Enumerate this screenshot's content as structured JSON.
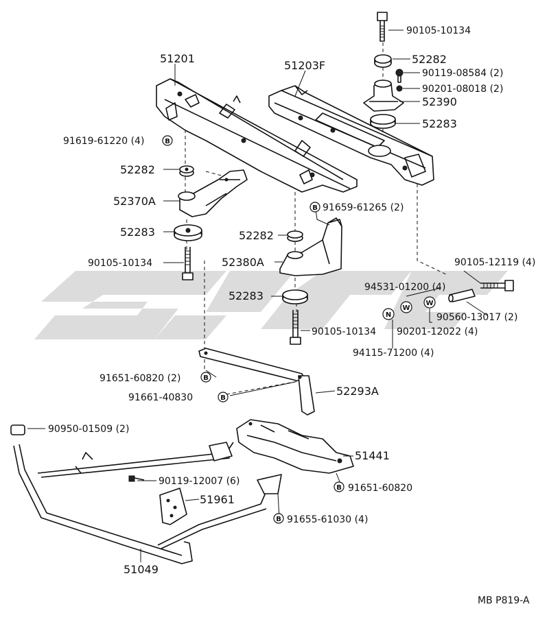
{
  "diagram": {
    "code": "MB P819-A",
    "badges": {
      "B": "B",
      "N": "N",
      "W": "W"
    },
    "parts": {
      "p51201": "51201",
      "p51203F": "51203F",
      "p52282a": "52282",
      "p52282b": "52282",
      "p52282c": "52282",
      "p52283a": "52283",
      "p52283b": "52283",
      "p52283c": "52283",
      "p52390": "52390",
      "p52370A": "52370A",
      "p52380A": "52380A",
      "p52293A": "52293A",
      "p51441": "51441",
      "p51961": "51961",
      "p51049": "51049",
      "bolt_top": "90105-10134",
      "bolt_left": "90105-10134",
      "bolt_mid": "90105-10134",
      "bolt_right": "90105-12119 (4)",
      "bolt_small": "90119-08584 (2)",
      "washer_small": "90201-08018 (2)",
      "bolt_b_left": "91619-61220 (4)",
      "bolt_b_mid": "91659-61265 (2)",
      "w_94531": "94531-01200 (4)",
      "w_90560": "90560-13017 (2)",
      "w_90201": "90201-12022 (4)",
      "n_94115": "94115-71200 (4)",
      "b_91651a": "91651-60820 (2)",
      "b_91661": "91661-40830",
      "cap_90950": "90950-01509 (2)",
      "bolt_90119": "90119-12007 (6)",
      "b_91651b": "91651-60820",
      "b_91655": "91655-61030 (4)"
    }
  }
}
